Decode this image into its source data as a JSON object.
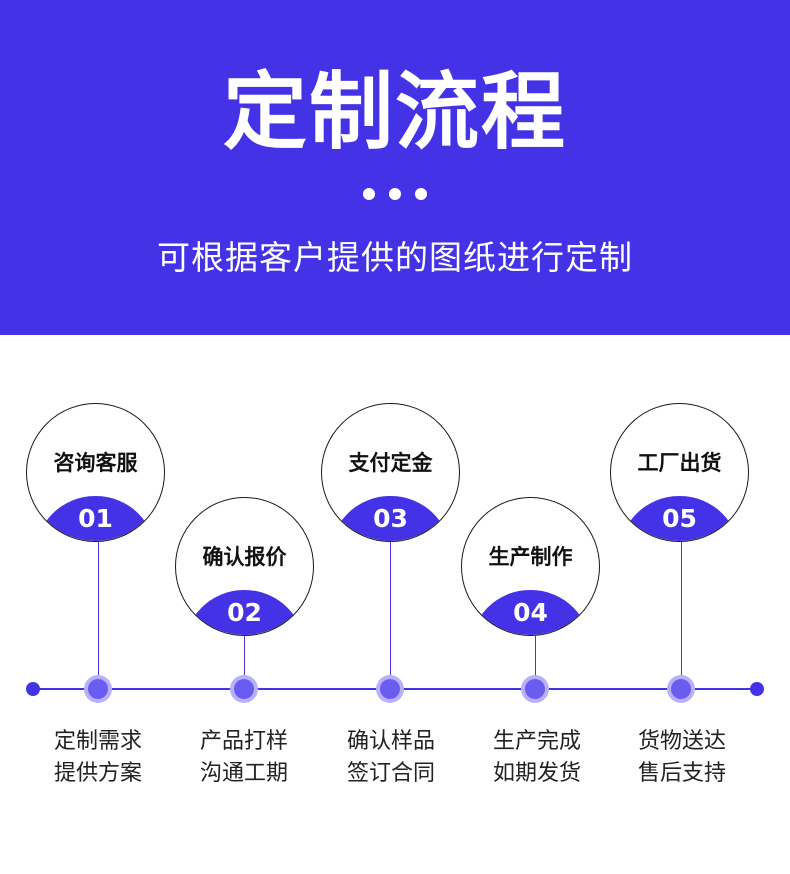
{
  "header": {
    "title": "定制流程",
    "subtitle": "可根据客户提供的图纸进行定制",
    "accent_color": "#4433e6"
  },
  "steps": [
    {
      "label": "咨询客服",
      "number": "01",
      "desc_line1": "定制需求",
      "desc_line2": "提供方案"
    },
    {
      "label": "确认报价",
      "number": "02",
      "desc_line1": "产品打样",
      "desc_line2": "沟通工期"
    },
    {
      "label": "支付定金",
      "number": "03",
      "desc_line1": "确认样品",
      "desc_line2": "签订合同"
    },
    {
      "label": "生产制作",
      "number": "04",
      "desc_line1": "生产完成",
      "desc_line2": "如期发货"
    },
    {
      "label": "工厂出货",
      "number": "05",
      "desc_line1": "货物送达",
      "desc_line2": "售后支持"
    }
  ]
}
